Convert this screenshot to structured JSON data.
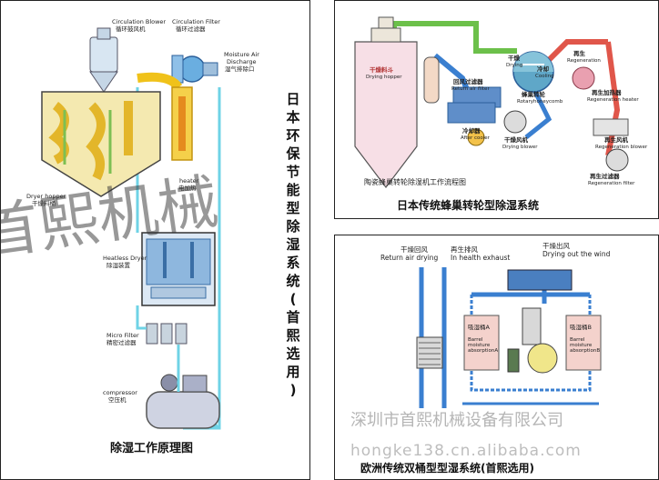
{
  "left": {
    "caption": "除湿工作原理图",
    "vertical_title": [
      "日",
      "本",
      "环",
      "保",
      "节",
      "能",
      "型",
      "除",
      "湿",
      "系",
      "统"
    ],
    "vertical_note": [
      "(",
      "首",
      "熙",
      "选",
      "用",
      ")"
    ],
    "labels": {
      "circulation_blower": "Circulation Blower",
      "circulation_blower_cn": "循环鼓风机",
      "circulation_filter": "Circulation Filter",
      "circulation_filter_cn": "循环过滤器",
      "moisture_air": "Moisture Air",
      "discharge": "Discharge",
      "moisture_air_cn": "湿气排除口",
      "dryer_hopper": "Dryer hopper",
      "dryer_hopper_cn": "干燥料桶",
      "heater": "heater",
      "heater_cn": "电加热",
      "heatless_dryer": "Heatless Dryer",
      "heatless_dryer_cn": "除湿装置",
      "micro_filter": "Micro Filter",
      "micro_filter_cn": "精密过滤器",
      "compressor": "compressor",
      "compressor_cn": "空压机"
    }
  },
  "top_right": {
    "caption": "日本传统蜂巢转轮型除湿系统",
    "inner_caption": "陶瓷蜂巢转轮除湿机工作流程图",
    "labels": {
      "drying_hopper": "干燥料斗",
      "drying_hopper_en": "Drying hopper",
      "return_filter": "回风过滤器",
      "return_filter_en": "Return air filter",
      "drying": "干燥",
      "drying_en": "Drying",
      "cooling": "冷却",
      "cooling_en": "Cooling",
      "rotor": "蜂巢转轮",
      "rotor_en": "Rotaryhoneycomb",
      "regen": "再生",
      "regen_en": "Regeneration",
      "regen_heater": "再生加热器",
      "regen_heater_en": "Regeneration heater",
      "after_cooler": "冷却器",
      "after_cooler_en": "After cooler",
      "drying_blower": "干燥风机",
      "drying_blower_en": "Drying blower",
      "regen_blower": "再生风机",
      "regen_blower_en": "Regeneration blower",
      "regen_filter": "再生过滤器",
      "regen_filter_en": "Regeneration filter"
    }
  },
  "bottom_right": {
    "caption": "欧洲传统双桶型型湿系统(首熙选用)",
    "labels": {
      "return_air_cn": "干燥回风",
      "return_air_en": "Return air drying",
      "regen_exhaust_cn": "再生排风",
      "regen_exhaust_en": "In health exhaust",
      "drying_out_cn": "干燥出风",
      "drying_out_en": "Drying out the wind",
      "barrel_a_cn": "吸湿桶A",
      "barrel_a_en1": "Barrel",
      "barrel_a_en2": "moisture",
      "barrel_a_en3": "absorptionA",
      "barrel_b_cn": "吸湿桶B",
      "barrel_b_en1": "Barrel",
      "barrel_b_en2": "moisture",
      "barrel_b_en3": "absorptionB"
    }
  },
  "watermark": {
    "big": "首熙机械",
    "company": "深圳市首熙机械设备有限公司",
    "url": "hongke138.cn.alibaba.com"
  },
  "colors": {
    "pipe_blue": "#3a7fd0",
    "pipe_green": "#6cc04a",
    "pipe_yellow": "#f0c21a",
    "pipe_red": "#e0564a",
    "hopper_cream": "#f4e9b0"
  }
}
